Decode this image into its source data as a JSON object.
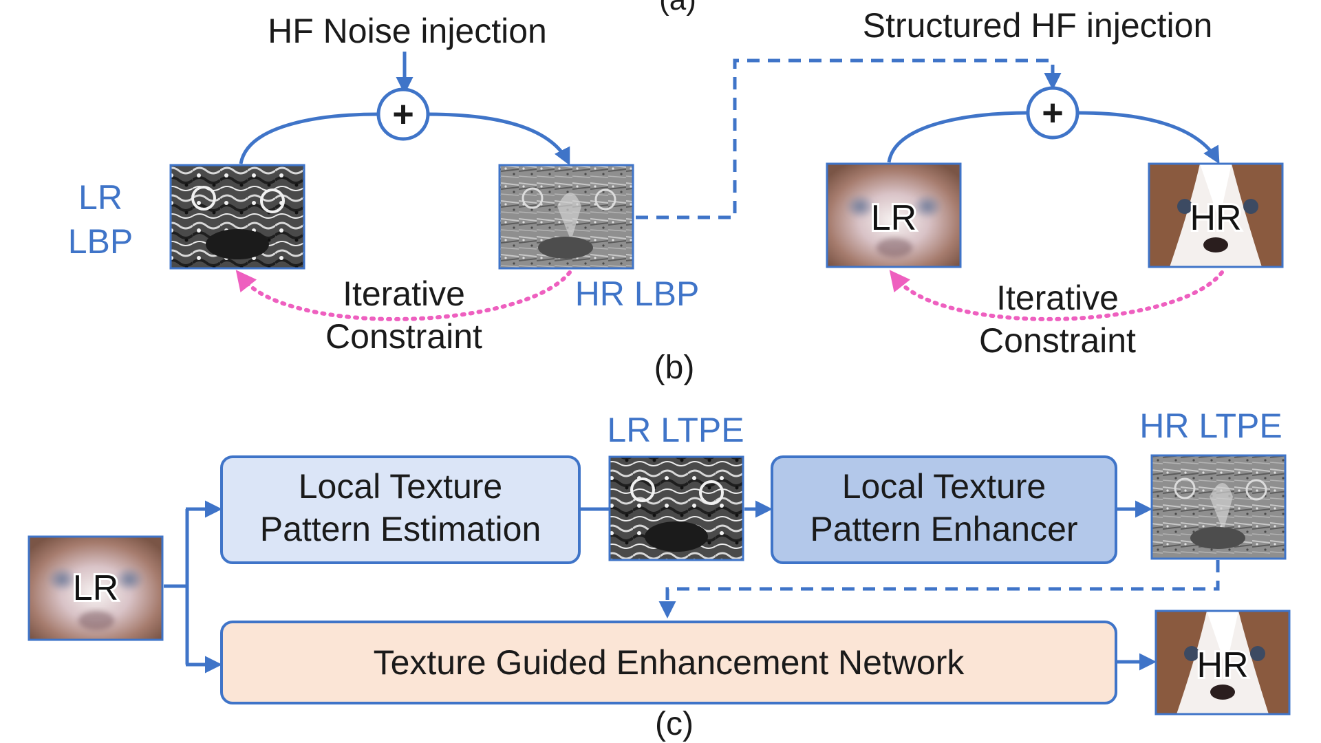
{
  "panel_b": {
    "caption": "(b)",
    "left": {
      "injection_label": "HF Noise injection",
      "plus_symbol": "+",
      "lr_label_line1": "LR",
      "lr_label_line2": "LBP",
      "hr_label": "HR LBP",
      "constraint_line1": "Iterative",
      "constraint_line2": "Constraint"
    },
    "right": {
      "injection_label": "Structured HF injection",
      "plus_symbol": "+",
      "lr_image_label": "LR",
      "hr_image_label": "HR",
      "constraint_line1": "Iterative",
      "constraint_line2": "Constraint"
    }
  },
  "panel_c": {
    "caption": "(c)",
    "input_label": "LR",
    "estimation_line1": "Local Texture",
    "estimation_line2": "Pattern Estimation",
    "lr_ltpe_label": "LR LTPE",
    "enhancer_line1": "Local Texture",
    "enhancer_line2": "Pattern Enhancer",
    "hr_ltpe_label": "HR LTPE",
    "network_label": "Texture Guided Enhancement Network",
    "output_label": "HR"
  },
  "colors": {
    "accent_blue": "#3f74c8",
    "dotted_pink": "#ee5fbf",
    "estimation_box_fill": "#dbe5f7",
    "enhancer_box_fill": "#b3c8ea",
    "network_box_fill": "#fbe5d6"
  }
}
